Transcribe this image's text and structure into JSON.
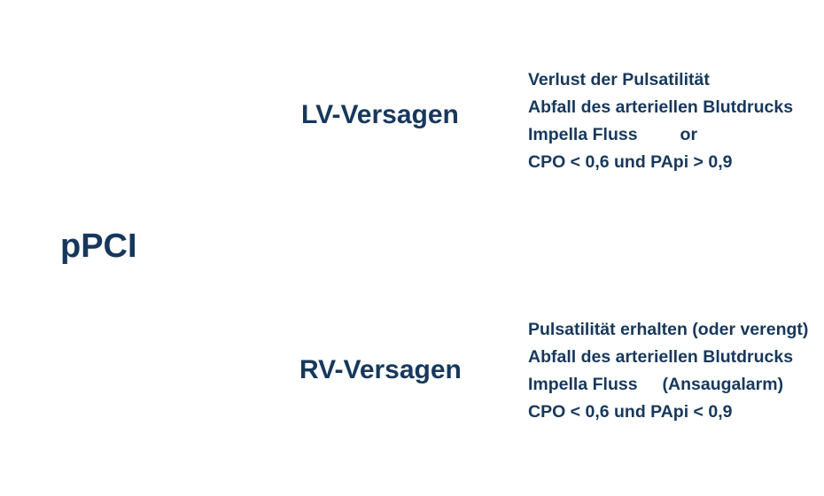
{
  "root": {
    "label": "pPCI"
  },
  "branches": [
    {
      "label": "LV-Versagen",
      "criteria": [
        "Verlust der Pulsatilität",
        "Abfall des arteriellen Blutdrucks",
        {
          "label": "Impella Fluss",
          "note": "or"
        },
        "CPO < 0,6 und PApi > 0,9"
      ]
    },
    {
      "label": "RV-Versagen",
      "criteria": [
        "Pulsatilität erhalten (oder verengt)",
        "Abfall des arteriellen Blutdrucks",
        {
          "label": "Impella Fluss",
          "note": "(Ansaugalarm)"
        },
        "CPO < 0,6 und PApi < 0,9"
      ]
    }
  ]
}
